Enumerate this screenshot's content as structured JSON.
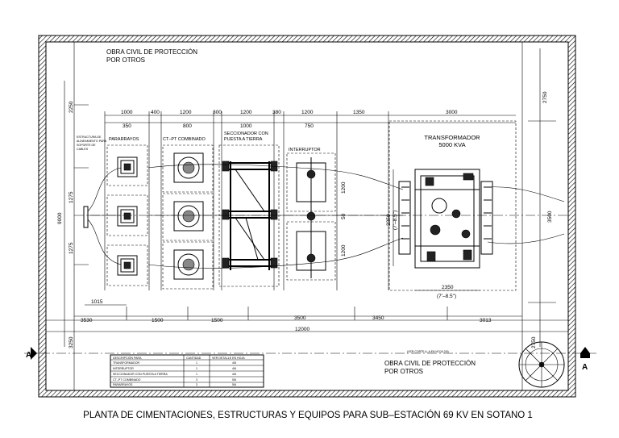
{
  "drawing": {
    "title": "PLANTA DE CIMENTACIONES, ESTRUCTURAS Y EQUIPOS PARA SUB–ESTACIÓN 69 KV EN SOTANO 1",
    "civil_note_top_1": "OBRA CIVIL DE PROTECCIÓN",
    "civil_note_top_2": "POR OTROS",
    "civil_note_bottom_1": "OBRA CIVIL DE PROTECCIÓN",
    "civil_note_bottom_2": "POR OTROS",
    "section_left": "A",
    "section_right": "A",
    "section_ref": "(VER CORTE A–A EN HOJA 2/6)"
  },
  "equipment": {
    "pararrayos": "PARARRAYOS",
    "ct_pt": "CT–PT COMBINADO",
    "seccionador_1": "SECCIONADOR CON",
    "seccionador_2": "PUESTA A TIERRA",
    "interruptor": "INTERRUPTOR",
    "transformador_1": "TRANSFORMADOR",
    "transformador_2": "5000 KVA",
    "estructura_1": "ESTRUCTURA DE",
    "estructura_2": "ALINEAMIENTO PARA",
    "estructura_3": "SOPORTE DE",
    "estructura_4": "CABLES"
  },
  "dimensions": {
    "top": [
      "1000",
      "400",
      "1200",
      "300",
      "1200",
      "380",
      "1200",
      "1350",
      "3000"
    ],
    "sub_top": [
      "350",
      "800",
      "1000",
      "750"
    ],
    "bottom": [
      "3530",
      "1500",
      "1500",
      "3500",
      "3450",
      "3013"
    ],
    "total": "12000",
    "left_total": "9000",
    "left_upper": "2250",
    "left_mid": "1275",
    "left_lower": "1275",
    "left_bottom": "3250",
    "left_offset": "1015",
    "right_top": "2750",
    "right_mid": "3500",
    "right_bottom": "2750",
    "interruptor_upper": "1200",
    "interruptor_lower": "1200",
    "interruptor_center": "50",
    "transformer_height": "2250",
    "transformer_height_ft": "(7'–8.5\")",
    "transformer_width": "2350",
    "transformer_width_ft": "(7'–8.5\")"
  },
  "legend": {
    "headers": [
      "DESCRIPCIÓN PARA",
      "CANTIDAD",
      "VER DETALLE EN HOJA"
    ],
    "rows": [
      [
        "TRANSFORMADOR",
        "1",
        "4/6"
      ],
      [
        "INTERRUPTOR",
        "1",
        "4/6"
      ],
      [
        "SECCIONADOR CON PUESTA A TIERRA",
        "1",
        "4/6"
      ],
      [
        "CT–PT COMBINADO",
        "3",
        "5/6"
      ],
      [
        "PARARRAYOS",
        "3",
        "5/6"
      ]
    ]
  }
}
